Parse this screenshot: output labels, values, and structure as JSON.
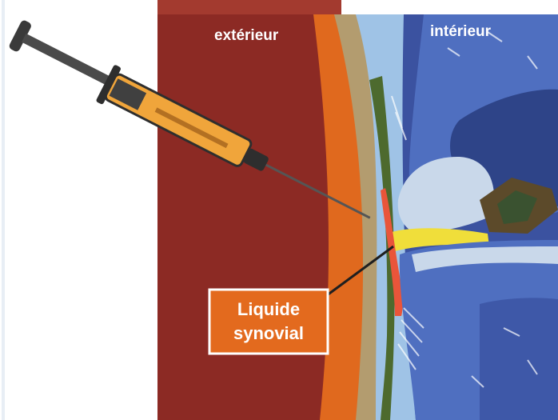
{
  "labels": {
    "exterior": "extérieur",
    "interior": "intérieur",
    "callout_line1": "Liquide",
    "callout_line2": "synovial"
  },
  "colors": {
    "skin": "#8c2a24",
    "fat_layer": "#e0691e",
    "capsule": "#4d6a2e",
    "synovial_fluid": "#f0de3a",
    "bone_dark": "#3b52a0",
    "bone_light": "#5a7fcc",
    "cartilage": "#c9d8ea",
    "syringe_barrel": "#f0a53b",
    "callout_box": "#e36a1e"
  },
  "icons": {
    "syringe": "syringe-icon"
  }
}
